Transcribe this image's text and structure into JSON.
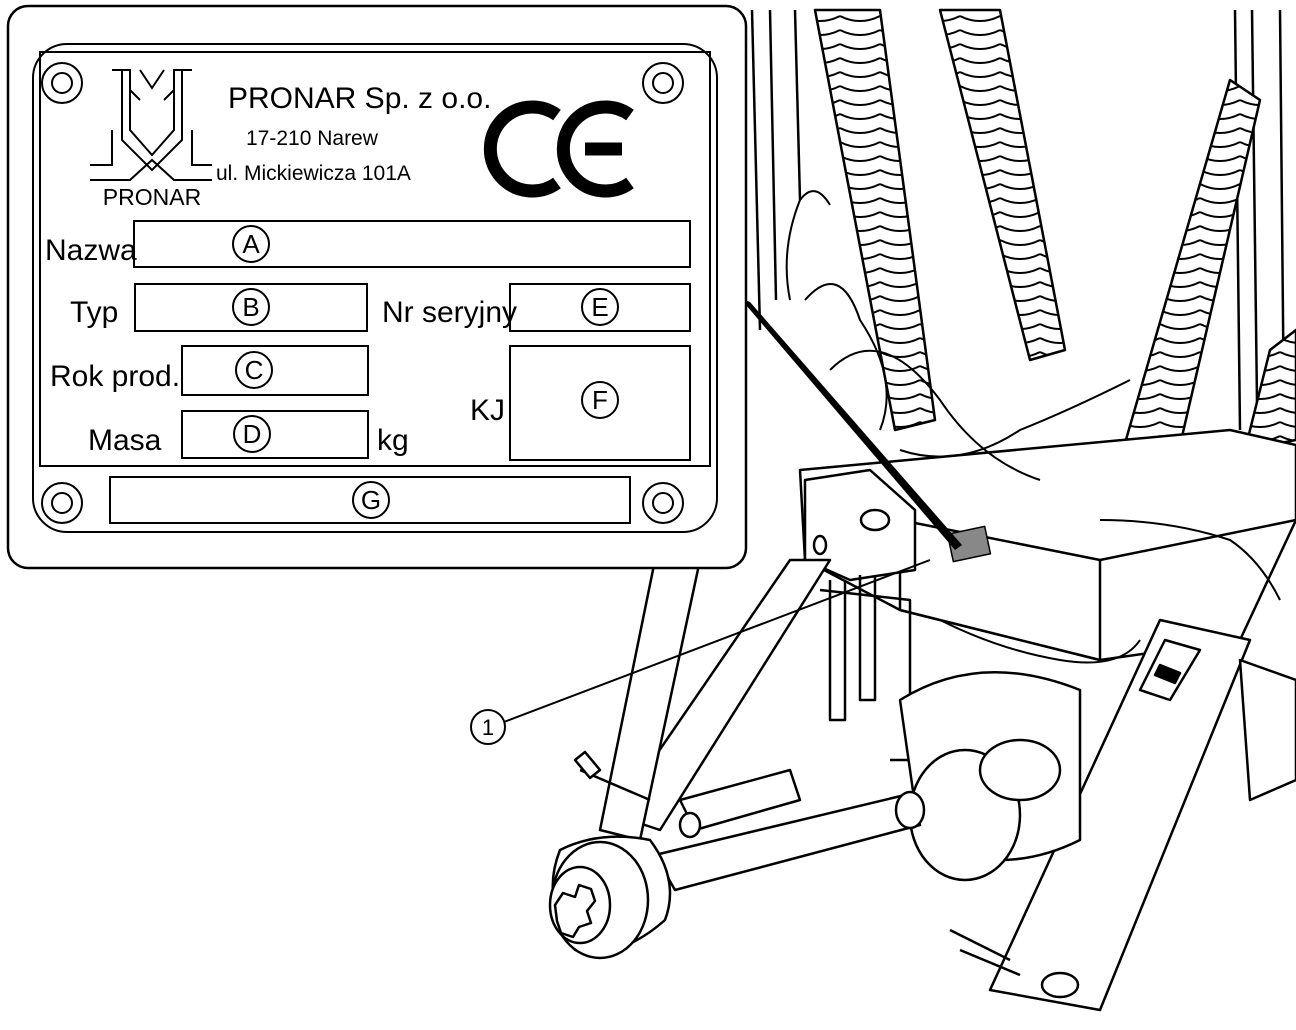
{
  "plate": {
    "company": "PRONAR Sp. z o.o.",
    "address_line1": "17-210 Narew",
    "address_line2": "ul. Mickiewicza 101A",
    "logo_text": "PRONAR",
    "ce_mark": "CE",
    "fields": {
      "name_label": "Nazwa",
      "type_label": "Typ",
      "serial_label": "Nr seryjny",
      "year_label": "Rok prod.",
      "mass_label": "Masa",
      "mass_unit": "kg",
      "kj_label": "KJ"
    },
    "markers": {
      "a": "A",
      "b": "B",
      "c": "C",
      "d": "D",
      "e": "E",
      "f": "F",
      "g": "G"
    }
  },
  "callout": {
    "number": "1"
  }
}
